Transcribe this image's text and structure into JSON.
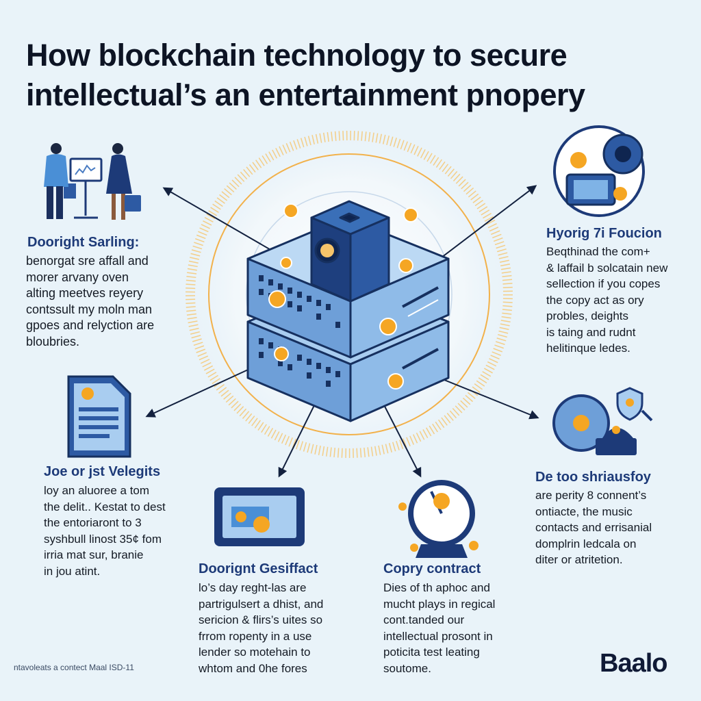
{
  "title": {
    "line1": "How blockchain technology to secure",
    "line2": "intellectual’s an entertainment pnopery"
  },
  "sections": {
    "top_left": {
      "heading": "Dooright Sarling:",
      "lines": [
        "benorgat sre affall and",
        "morer arvany oven",
        "alting meetves reyery",
        "contssult my moln man",
        "gpoes and relyction are",
        "bloubries."
      ]
    },
    "top_right": {
      "heading": "Hyorig 7i Foucion",
      "lines": [
        "Beqthinad the com+",
        "& laffail b solcatain new",
        "sellection if you copes",
        "the copy act as ory",
        "probles, deights",
        "is taing and rudnt",
        "helitinque ledes."
      ]
    },
    "mid_left": {
      "heading": "Joe or jst Velegits",
      "lines": [
        "loy an aluoree a tom",
        "the delit.. Kestat to dest",
        "the entoriaront to 3",
        "syshbull linost 35¢ fom",
        "irria mat sur, branie",
        "in jou atint."
      ]
    },
    "mid_right": {
      "heading": "De too shriausfoy",
      "lines": [
        "are perity 8 connent’s",
        "ontiacte, the music",
        "contacts and errisanial",
        "domplrin ledcala on",
        "diter or atritetion."
      ]
    },
    "bottom_center": {
      "heading": "Doorignt Gesiffact",
      "lines": [
        "lo’s day reght-las are",
        "partrigulsert a dhist, and",
        "sericion & flirs’s uites so",
        "frrom ropenty in a use",
        "lender so motehain to",
        "whtom and 0he fores"
      ]
    },
    "bottom_right": {
      "heading": "Copry contract",
      "lines": [
        "Dies of th aphoc and",
        "mucht plays in regical",
        "cont.tanded our",
        "intellectual prosont in",
        "poticita test leating",
        "soutome."
      ]
    }
  },
  "footer": {
    "note": "ntavoleats a contect Maal ISD-11"
  },
  "brand": {
    "name": "Baalo"
  },
  "colors": {
    "background": "#e9f3f9",
    "accent": "#f5a623",
    "primary_blue": "#1d3a78",
    "light_blue": "#7fb3e6"
  },
  "icons": [
    "people-presenting-illustration",
    "camera-device-icon",
    "document-icon",
    "tablet-icon",
    "gauge-icon",
    "security-shield-icon",
    "blockchain-server-stack"
  ]
}
